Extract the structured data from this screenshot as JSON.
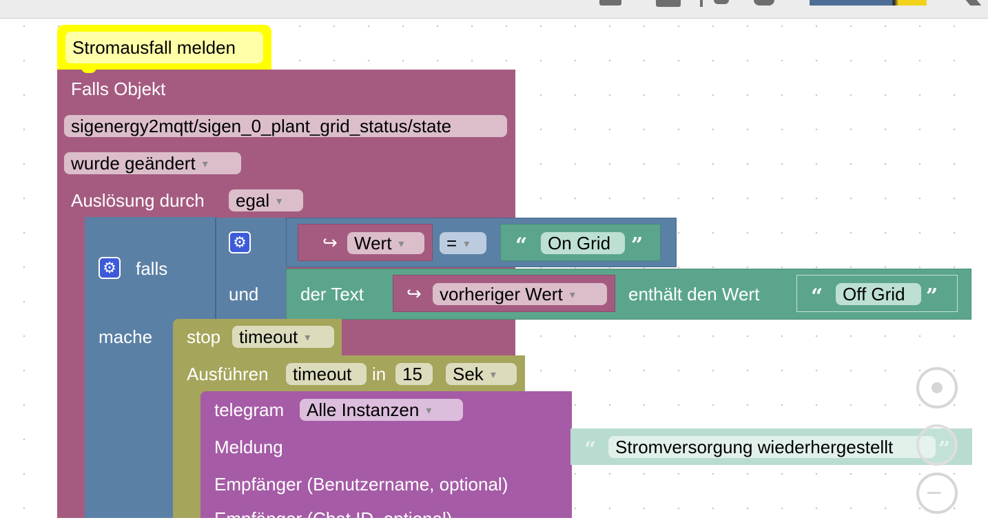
{
  "hat": {
    "label": "Stromausfall melden"
  },
  "trigger": {
    "title": "Falls Objekt",
    "object_id": "sigenergy2mqtt/sigen_0_plant_grid_status/state",
    "condition": "wurde geändert",
    "trigger_label": "Auslösung durch",
    "trigger_value": "egal"
  },
  "if_block": {
    "falls_label": "falls",
    "mache_label": "mache",
    "und_label": "und",
    "compare": {
      "var": "Wert",
      "op": "=",
      "text": "On Grid"
    },
    "contains": {
      "prefix": "der Text",
      "var": "vorheriger Wert",
      "middle": "enthält den Wert",
      "text": "Off Grid"
    }
  },
  "stop": {
    "label": "stop",
    "value": "timeout"
  },
  "execute": {
    "label": "Ausführen",
    "name": "timeout",
    "in_label": "in",
    "amount": "15",
    "unit": "Sek"
  },
  "telegram": {
    "label": "telegram",
    "instance": "Alle Instanzen",
    "message_label": "Meldung",
    "message_text": "Stromversorgung wiederhergestellt",
    "recipient_label": "Empfänger (Benutzername, optional)",
    "chat_label": "Empfänger (Chat ID, optional)"
  },
  "icons": {
    "gear": "⚙",
    "var_arrow": "↪",
    "quote_open": "“",
    "quote_close": "”",
    "minus": "−"
  },
  "colors": {
    "event": "#a55b80",
    "logic": "#5b80a5",
    "logic_op": "#5ba58c",
    "variable": "#a55b80",
    "timeout": "#a5a55b",
    "telegram": "#a55ba5",
    "hat": "#ffff00"
  }
}
